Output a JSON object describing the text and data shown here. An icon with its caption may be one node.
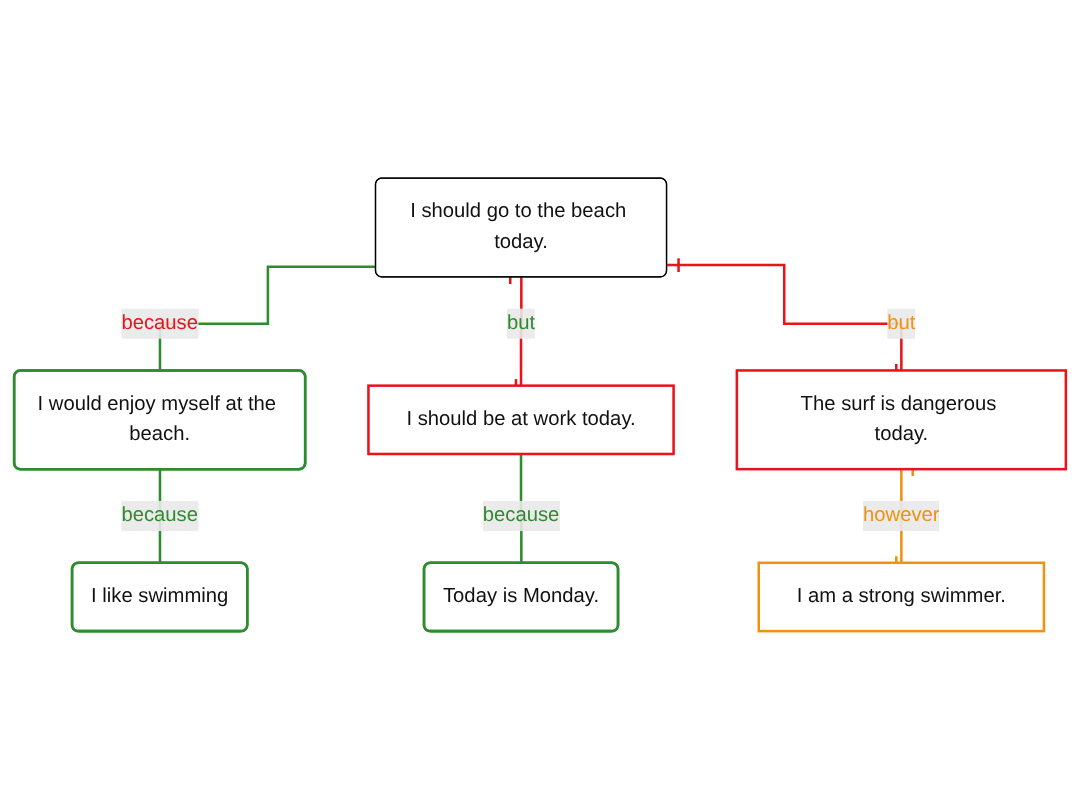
{
  "diagram": {
    "nodes": [
      {
        "text": [
          "I should go to the beach today."
        ]
      },
      {
        "text": [
          "I would enjoy myself at the beach."
        ]
      },
      {
        "text": [
          "I should be at work today."
        ]
      },
      {
        "text": [
          "The surf is dangerous today."
        ]
      },
      {
        "text": [
          "I like swimming"
        ]
      },
      {
        "text": [
          "Today is Monday."
        ]
      },
      {
        "text": [
          "I am a strong swimmer."
        ]
      }
    ],
    "edges": [
      {
        "from": 0,
        "to": 1,
        "arrow": "none",
        "label": "because",
        "color": "#2e8b2e"
      },
      {
        "from": 0,
        "to": 2,
        "arrow": "other",
        "label": "but",
        "color": "#e8131b"
      },
      {
        "from": 0,
        "to": 3,
        "arrow": "other",
        "label": "but",
        "color": "#e8131b"
      },
      {
        "from": 1,
        "to": 4,
        "arrow": "none",
        "label": "because",
        "color": "#2e8b2e"
      },
      {
        "from": 2,
        "to": 5,
        "arrow": "none",
        "label": "because",
        "color": "#2e8b2e"
      },
      {
        "from": 3,
        "to": 6,
        "arrow": "other",
        "label": "however",
        "color": "#f0920f"
      }
    ]
  }
}
